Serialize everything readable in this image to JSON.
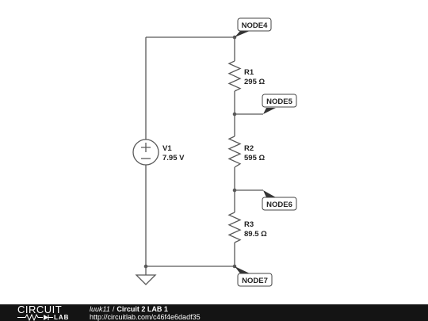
{
  "components": {
    "v1": {
      "name": "V1",
      "value": "7.95 V"
    },
    "r1": {
      "name": "R1",
      "value": "295 Ω"
    },
    "r2": {
      "name": "R2",
      "value": "595 Ω"
    },
    "r3": {
      "name": "R3",
      "value": "89.5 Ω"
    }
  },
  "nodes": {
    "node4": "NODE4",
    "node5": "NODE5",
    "node6": "NODE6",
    "node7": "NODE7"
  },
  "footer": {
    "logo_top": "CIRCUIT",
    "logo_bottom": "LAB",
    "user": "luuk11",
    "separator": "/",
    "title": "Circuit 2 LAB 1",
    "url": "http://circuitlab.com/c46f4e6dadf35"
  },
  "colors": {
    "wire": "#595959",
    "footer_bg": "#141414"
  }
}
